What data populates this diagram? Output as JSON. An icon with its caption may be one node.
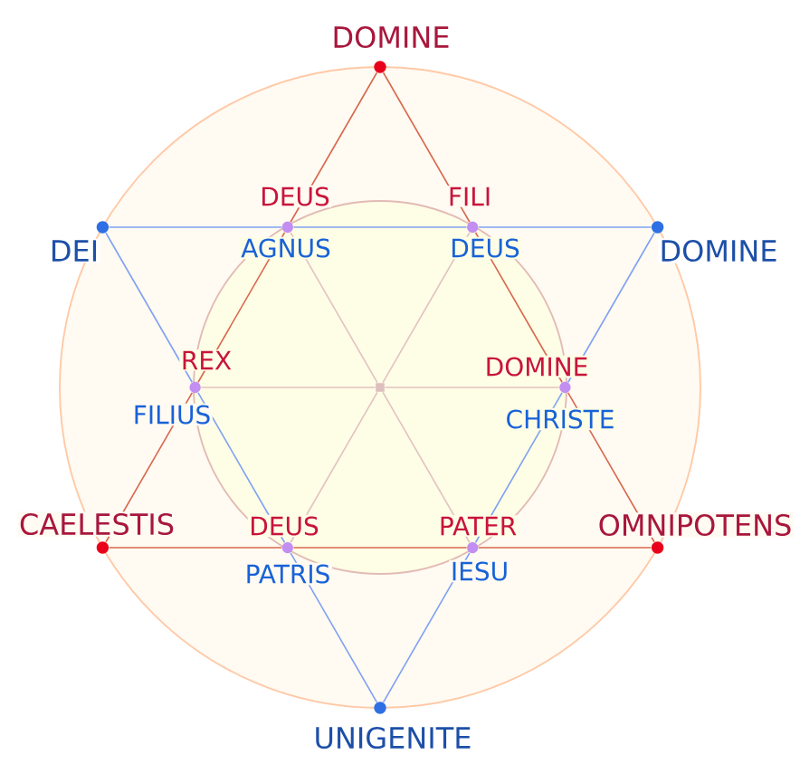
{
  "diagram": {
    "nodes": [
      {
        "text": [
          "DOMINE"
        ]
      },
      {
        "text": [
          "DEI"
        ]
      },
      {
        "text": [
          "DEUS",
          "AGNUS"
        ]
      },
      {
        "text": [
          "FILI",
          "DEUS"
        ]
      },
      {
        "text": [
          "DOMINE"
        ]
      },
      {
        "text": [
          "REX",
          "FILIUS"
        ]
      },
      {
        "text": [],
        "shape": "box"
      },
      {
        "text": [
          "DOMINE",
          "CHRISTE"
        ]
      },
      {
        "text": [
          "CAELESTIS"
        ]
      },
      {
        "text": [
          "DEUS",
          "PATRIS"
        ]
      },
      {
        "text": [
          "PATER",
          "IESU"
        ]
      },
      {
        "text": [
          "OMNIPOTENS"
        ]
      },
      {
        "text": [
          "UNIGENITE"
        ]
      }
    ],
    "edges": [
      {
        "from": 0,
        "to": 2,
        "arrow": "none",
        "color": "#d8684e"
      },
      {
        "from": 2,
        "to": 5,
        "arrow": "none",
        "color": "#d8684e"
      },
      {
        "from": 5,
        "to": 8,
        "arrow": "none",
        "color": "#d8684e"
      },
      {
        "from": 0,
        "to": 3,
        "arrow": "none",
        "color": "#d8684e"
      },
      {
        "from": 3,
        "to": 7,
        "arrow": "none",
        "color": "#d8684e"
      },
      {
        "from": 7,
        "to": 11,
        "arrow": "none",
        "color": "#d8684e"
      },
      {
        "from": 8,
        "to": 9,
        "arrow": "none",
        "color": "#d8684e"
      },
      {
        "from": 9,
        "to": 10,
        "arrow": "none",
        "color": "#d8684e"
      },
      {
        "from": 10,
        "to": 11,
        "arrow": "none",
        "color": "#d8684e"
      },
      {
        "from": 1,
        "to": 2,
        "arrow": "none",
        "color": "#7fa2f2"
      },
      {
        "from": 2,
        "to": 3,
        "arrow": "none",
        "color": "#7fa2f2"
      },
      {
        "from": 3,
        "to": 4,
        "arrow": "none",
        "color": "#7fa2f2"
      },
      {
        "from": 1,
        "to": 5,
        "arrow": "none",
        "color": "#7fa2f2"
      },
      {
        "from": 5,
        "to": 9,
        "arrow": "none",
        "color": "#7fa2f2"
      },
      {
        "from": 9,
        "to": 12,
        "arrow": "none",
        "color": "#7fa2f2"
      },
      {
        "from": 4,
        "to": 7,
        "arrow": "none",
        "color": "#7fa2f2"
      },
      {
        "from": 7,
        "to": 10,
        "arrow": "none",
        "color": "#7fa2f2"
      },
      {
        "from": 10,
        "to": 12,
        "arrow": "none",
        "color": "#7fa2f2"
      },
      {
        "from": 2,
        "to": 6,
        "arrow": "none",
        "color": "#e2c2c2"
      },
      {
        "from": 3,
        "to": 6,
        "arrow": "none",
        "color": "#e2c2c2"
      },
      {
        "from": 5,
        "to": 6,
        "arrow": "none",
        "color": "#e2c2c2"
      },
      {
        "from": 6,
        "to": 7,
        "arrow": "none",
        "color": "#e2c2c2"
      },
      {
        "from": 6,
        "to": 9,
        "arrow": "none",
        "color": "#e2c2c2"
      },
      {
        "from": 6,
        "to": 10,
        "arrow": "none",
        "color": "#e2c2c2"
      }
    ]
  }
}
